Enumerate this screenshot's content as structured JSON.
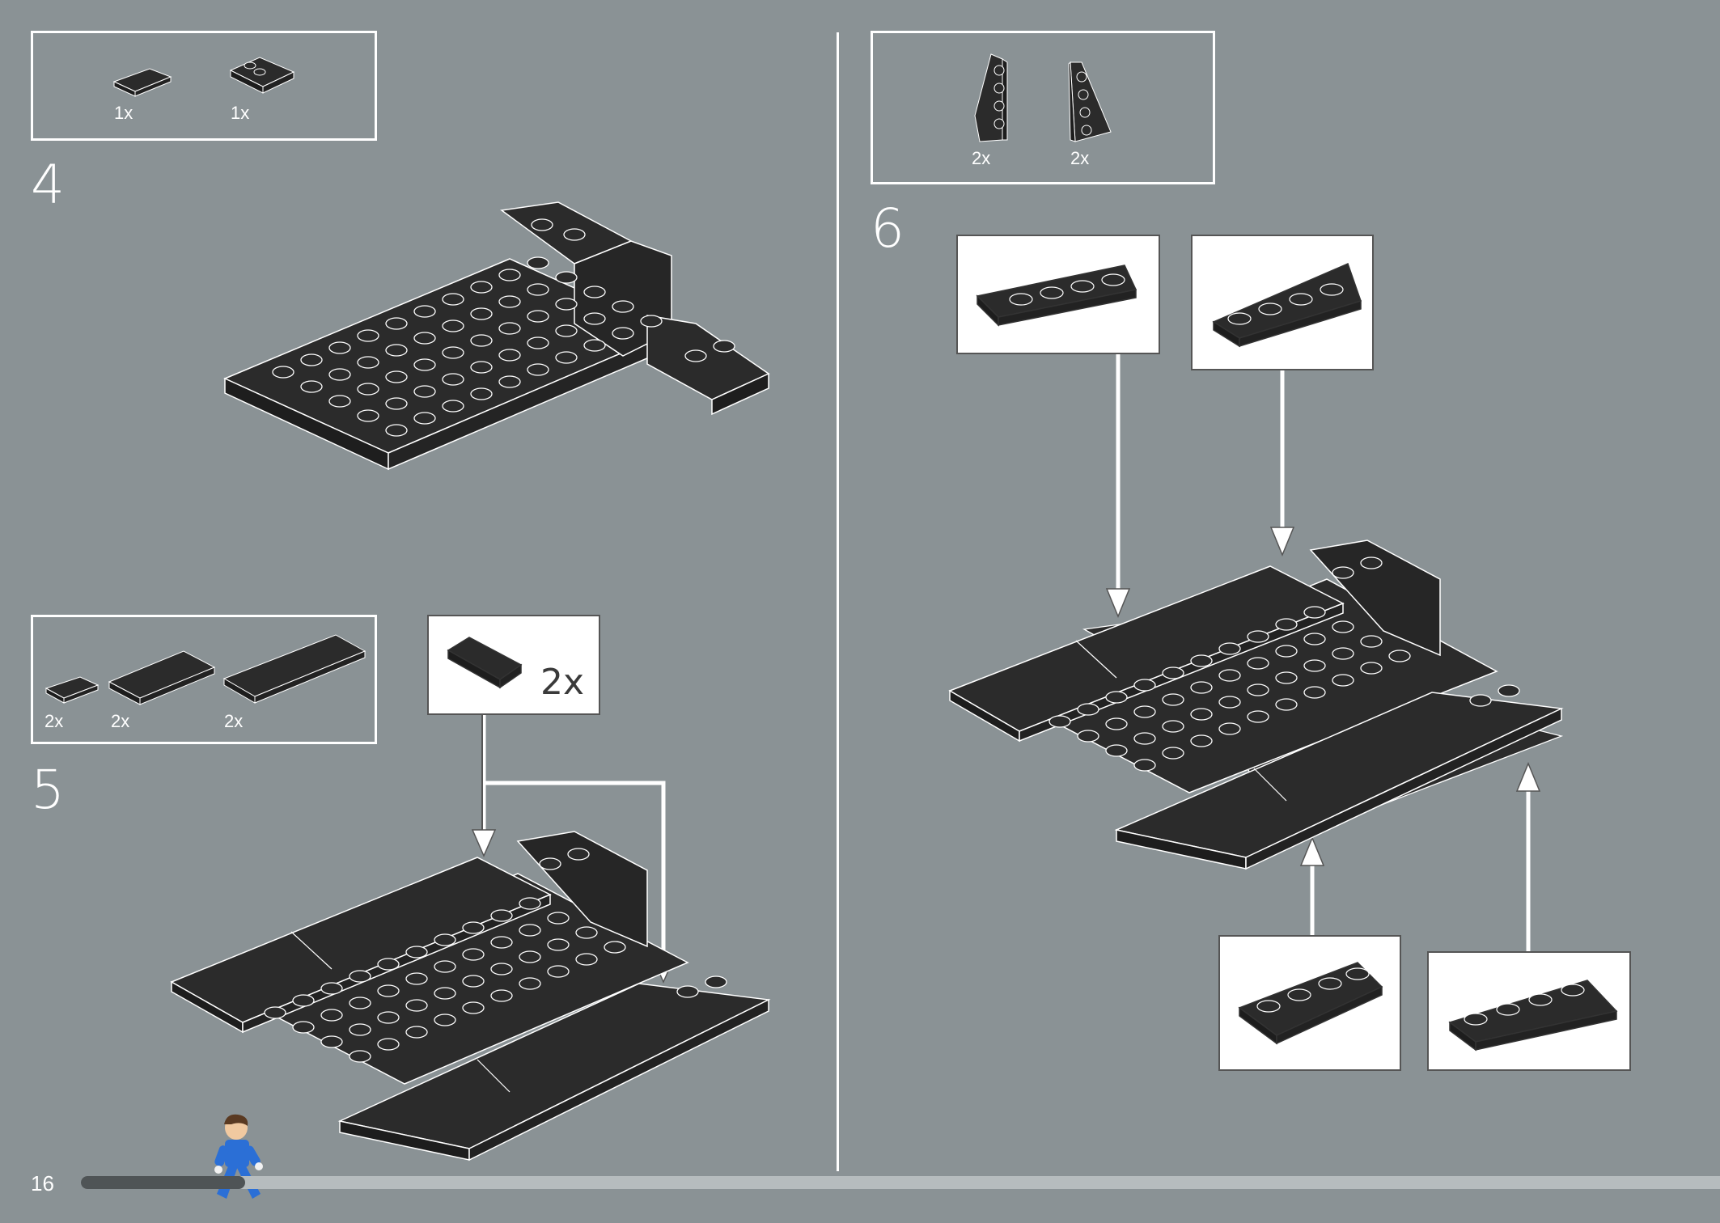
{
  "page": {
    "number": "16",
    "progress_fraction": 0.1
  },
  "colors": {
    "background": "#8a9295",
    "brick": "#2b2b2b",
    "outline": "#ffffff"
  },
  "steps": [
    {
      "number": "4",
      "parts": [
        {
          "icon": "plate-1x2-icon",
          "qty": "1x"
        },
        {
          "icon": "plate-2x2-corner-icon",
          "qty": "1x"
        }
      ]
    },
    {
      "number": "5",
      "parts": [
        {
          "icon": "tile-1x2-icon",
          "qty": "2x"
        },
        {
          "icon": "tile-2x4-icon",
          "qty": "2x"
        },
        {
          "icon": "tile-2x6-icon",
          "qty": "2x"
        }
      ],
      "callout_qty": "2x"
    },
    {
      "number": "6",
      "parts": [
        {
          "icon": "wedge-plate-left-icon",
          "qty": "2x"
        },
        {
          "icon": "wedge-plate-right-icon",
          "qty": "2x"
        }
      ]
    }
  ]
}
